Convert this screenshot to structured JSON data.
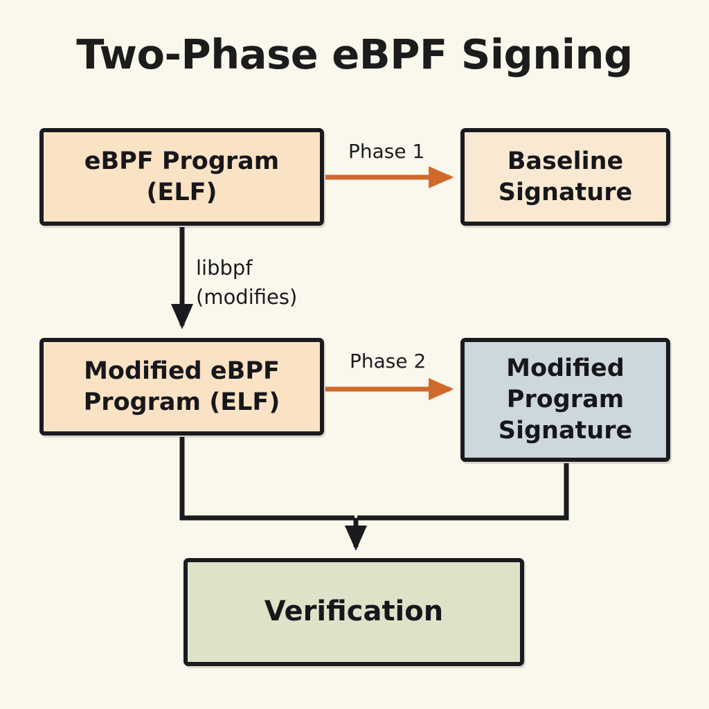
{
  "title": "Two-Phase eBPF Signing",
  "colors": {
    "background": "#faf7ec",
    "stroke": "#1a1a1f",
    "peach": "#fae2c4",
    "peach_light": "#fae9d2",
    "blue_grey": "#ccd8de",
    "green": "#dde3c8",
    "phase_arrow": "#cf6a2c",
    "flow_arrow": "#1a1a1f",
    "text": "#17171b"
  },
  "nodes": {
    "ebpf_program": {
      "line1": "eBPF Program",
      "line2": "(ELF)"
    },
    "baseline_signature": {
      "line1": "Baseline",
      "line2": "Signature"
    },
    "modified_program": {
      "line1": "Modified eBPF",
      "line2": "Program (ELF)"
    },
    "modified_signature": {
      "line1": "Modified",
      "line2": "Program",
      "line3": "Signature"
    },
    "verification": {
      "label": "Verification"
    }
  },
  "edges": {
    "phase_1": {
      "label": "Phase 1",
      "from": "ebpf_program",
      "to": "baseline_signature",
      "color": "#cf6a2c"
    },
    "phase_2": {
      "label": "Phase 2",
      "from": "modified_program",
      "to": "modified_signature",
      "color": "#cf6a2c"
    },
    "libbpf": {
      "line1": "libbpf",
      "line2": "(modifies)",
      "from": "ebpf_program",
      "to": "modified_program",
      "color": "#1a1a1f"
    },
    "verify_left": {
      "from": "modified_program",
      "to": "verification",
      "color": "#1a1a1f"
    },
    "verify_right": {
      "from": "modified_signature",
      "to": "verification",
      "color": "#1a1a1f"
    }
  }
}
